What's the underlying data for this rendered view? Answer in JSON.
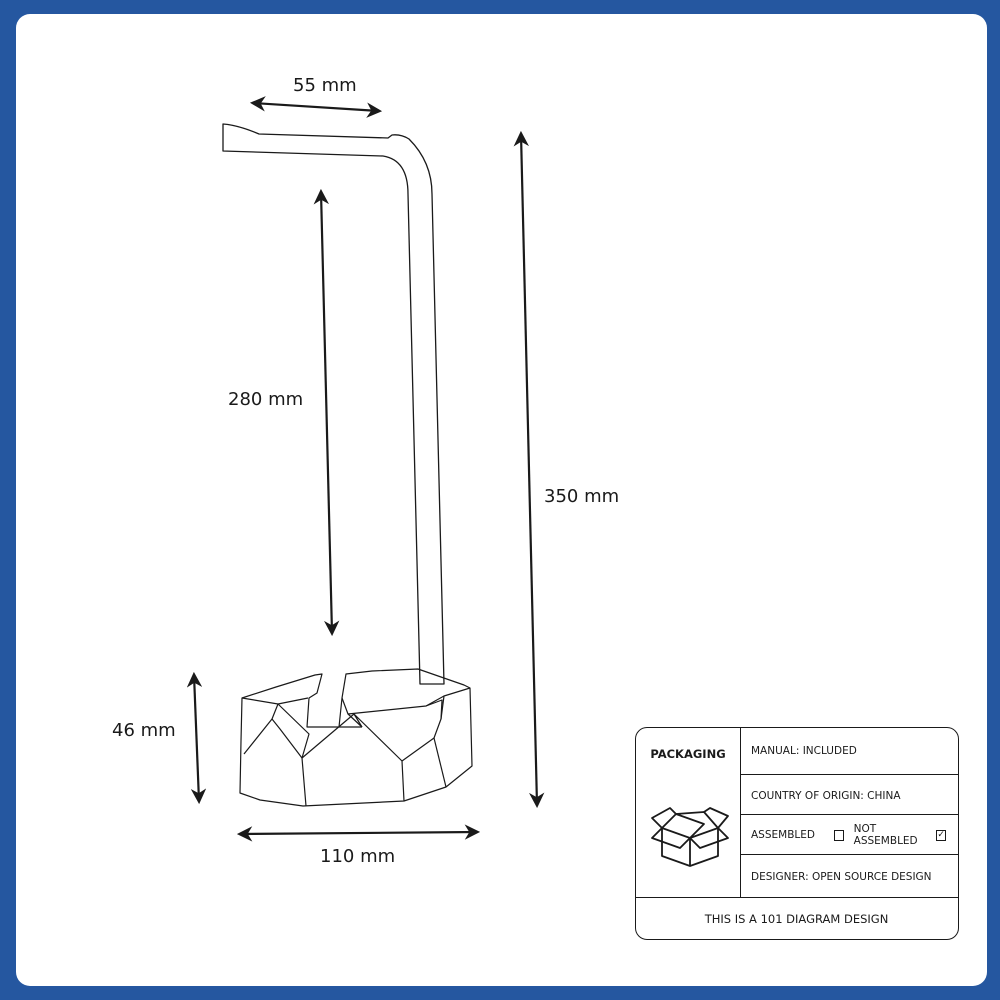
{
  "dimensions": {
    "top_width": "55 mm",
    "arm_height": "280 mm",
    "total_height": "350 mm",
    "base_height": "46 mm",
    "base_width": "110 mm"
  },
  "packaging": {
    "title": "PACKAGING",
    "manual": "MANUAL: INCLUDED",
    "origin": "COUNTRY OF ORIGIN: CHINA",
    "assembled_label": "ASSEMBLED",
    "not_assembled_label": "NOT ASSEMBLED",
    "assembled_checked": false,
    "not_assembled_checked": true,
    "check_mark": "✓",
    "designer": "DESIGNER: OPEN SOURCE DESIGN",
    "footer": "THIS IS A 101 DIAGRAM DESIGN"
  },
  "colors": {
    "frame": "#2557a0",
    "card": "#ffffff",
    "ink": "#1a1a1a"
  },
  "icons": {
    "packaging": "open-box-icon"
  }
}
